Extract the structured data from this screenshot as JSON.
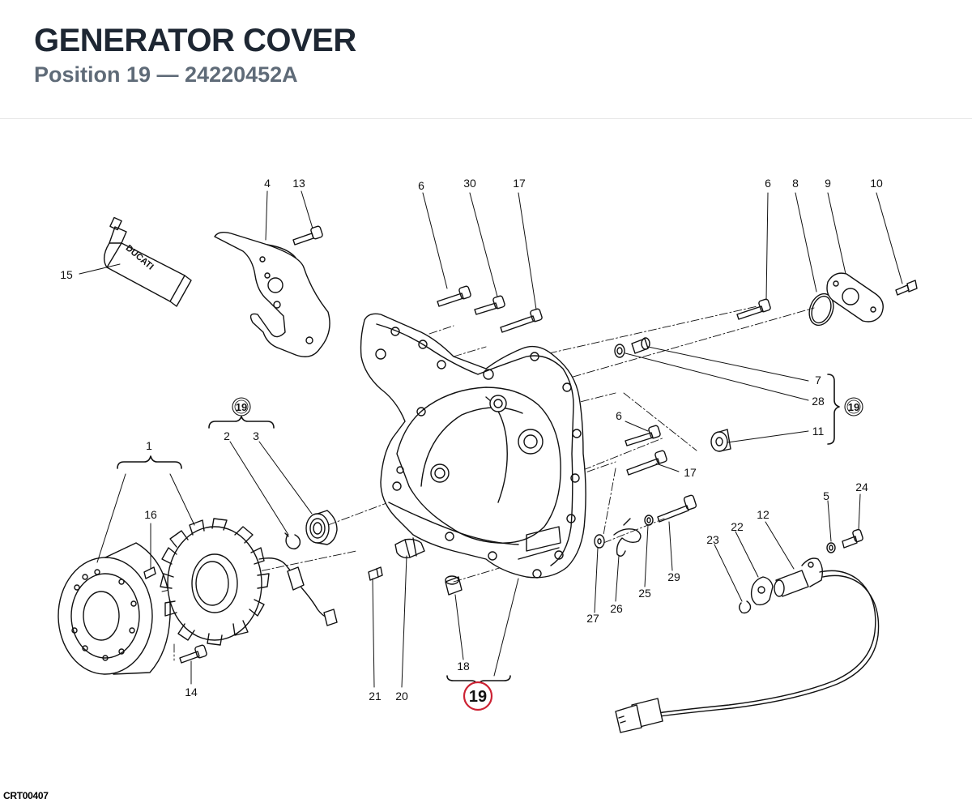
{
  "header": {
    "title": "GENERATOR COVER",
    "subtitle": "Position 19 — 24220452A"
  },
  "diagram_code": "CRT00407",
  "tube_brand": "DUCATI",
  "highlight_color": "#cc2233",
  "callouts": {
    "c1": "1",
    "c2": "2",
    "c3": "3",
    "c4": "4",
    "c5": "5",
    "c6a": "6",
    "c6b": "6",
    "c6c": "6",
    "c7": "7",
    "c8": "8",
    "c9": "9",
    "c10": "10",
    "c11": "11",
    "c12": "12",
    "c13": "13",
    "c14": "14",
    "c15": "15",
    "c16": "16",
    "c17a": "17",
    "c17b": "17",
    "c18": "18",
    "c20": "20",
    "c21": "21",
    "c22": "22",
    "c23": "23",
    "c24": "24",
    "c25": "25",
    "c26": "26",
    "c27": "27",
    "c28": "28",
    "c29": "29",
    "c30": "30"
  },
  "kits": {
    "kit_a": "19",
    "kit_b": "19",
    "kit_c": "19"
  }
}
